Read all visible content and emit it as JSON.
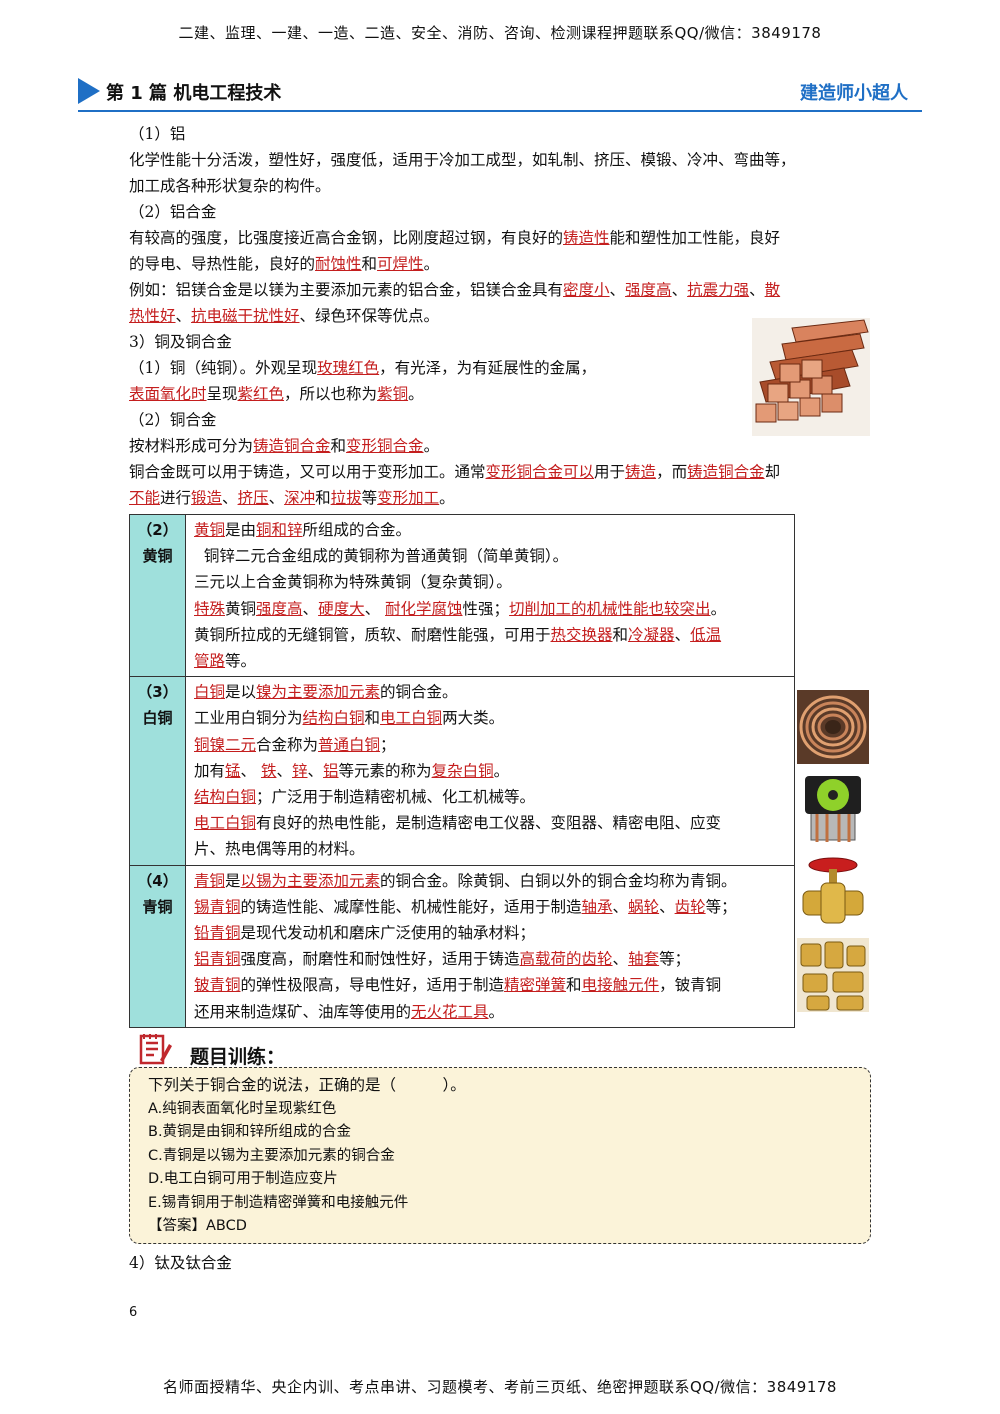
{
  "banner_top": "二建、监理、一建、一造、二造、安全、消防、咨询、检测课程押题联系QQ/微信：3849178",
  "header": {
    "title": "第 1 篇  机电工程技术",
    "brand": "建造师小超人"
  },
  "intro": {
    "al_head": "（1）铝",
    "al_line1": "化学性能十分活泼，塑性好，强度低，适用于冷加工成型，如轧制、挤压、模锻、冷冲、弯曲等，",
    "al_line2": "加工成各种形状复杂的构件。",
    "alloy_head": "（2）铝合金",
    "alloy_l1": [
      "有较高的强度，比强度接近高合金钢，比刚度超过钢，有良好的",
      "铸造性",
      "能和塑性加工性能，良好"
    ],
    "alloy_l2": [
      "的导电、导热性能，良好的",
      "耐蚀性",
      "和",
      "可焊性",
      "。"
    ],
    "mg_l1": [
      "例如：铝镁合金是以镁为主要添加元素的铝合金，铝镁合金具有",
      "密度小",
      "、",
      "强度高",
      "、",
      "抗震力强",
      "、",
      "散"
    ],
    "mg_l2": [
      "热性好",
      "、",
      "抗电磁干扰性好",
      "、绿色环保等优点。"
    ],
    "cu_head": "3）铜及铜合金",
    "cu_l1": [
      "（1）铜（纯铜）。外观呈现",
      "玫瑰红色",
      "，有光泽，为有延展性的金属，"
    ],
    "cu_l2": [
      "表面氧化时",
      "呈现",
      "紫红色",
      "，所以也称为",
      "紫铜",
      "。"
    ],
    "cualloy_head": "（2）铜合金",
    "cualloy_l1": [
      "按材料形成可分为",
      "铸造铜合金",
      "和",
      "变形铜合金",
      "。"
    ],
    "cualloy_l2": [
      "铜合金既可以用于铸造，又可以用于变形加工。通常",
      "变形铜合金可以",
      "用于",
      "铸造",
      "，而",
      "铸造铜合金",
      "却"
    ],
    "cualloy_l3": [
      "不能",
      "进行",
      "锻造",
      "、",
      "挤压",
      "、",
      "深冲",
      "和",
      "拉拔",
      "等",
      "变形加工",
      "。"
    ]
  },
  "table": {
    "brass": {
      "num": "（2）",
      "name": "黄铜",
      "l1": [
        "黄铜",
        "是由",
        "铜和锌",
        "所组成的合金。"
      ],
      "l2": "  铜锌二元合金组成的黄铜称为普通黄铜（简单黄铜）。",
      "l3": "三元以上合金黄铜称为特殊黄铜（复杂黄铜）。",
      "l4": [
        "特殊",
        "黄铜",
        "强度高",
        "、",
        "硬度大",
        "、 ",
        "耐化学腐蚀",
        "性强；",
        "切削加工的机械性能也较突出",
        "。"
      ],
      "l5": [
        "黄铜所拉成的无缝铜管，质软、耐磨性能强，可用于",
        "热交换器",
        "和",
        "冷凝器",
        "、",
        "低温"
      ],
      "l6": [
        "管路",
        "等。"
      ]
    },
    "white": {
      "num": "（3）",
      "name": "白铜",
      "l1": [
        "白铜",
        "是以",
        "镍为主要添加元素",
        "的铜合金。"
      ],
      "l2": [
        "工业用白铜分为",
        "结构白铜",
        "和",
        "电工白铜",
        "两大类。"
      ],
      "l3": [
        "铜镍二元",
        "合金称为",
        "普通白铜",
        "；"
      ],
      "l4": [
        "加有",
        "锰",
        "、 ",
        "铁",
        "、",
        "锌",
        "、",
        "铝",
        "等元素的称为",
        "复杂白铜",
        "。"
      ],
      "l5": [
        "结构白铜",
        "；广泛用于制造精密机械、化工机械等。"
      ],
      "l6": [
        "电工白铜",
        "有良好的热电性能，是制造精密电工仪器、变阻器、精密电阻、应变"
      ],
      "l7": "片、热电偶等用的材料。"
    },
    "bronze": {
      "num": "（4）",
      "name": "青铜",
      "l1": [
        "青铜",
        "是",
        "以锡为主要添加元素",
        "的铜合金。除黄铜、白铜以外的铜合金均称为青铜。"
      ],
      "l2": [
        "锡青铜",
        "的铸造性能、减摩性能、机械性能好，适用于制造",
        "轴承",
        "、",
        "蜗轮",
        "、",
        "齿轮",
        "等；"
      ],
      "l3": [
        "铅青铜",
        "是现代发动机和磨床广泛使用的轴承材料；"
      ],
      "l4": [
        "铝青铜",
        "强度高，耐磨性和耐蚀性好，适用于铸造",
        "高载荷的齿轮",
        "、",
        "轴套",
        "等；"
      ],
      "l5": [
        "铍青铜",
        "的弹性极限高，导电性好，适用于制造",
        "精密弹簧",
        "和",
        "电接触元件",
        "，铍青铜"
      ],
      "l6": [
        "还用来制造煤矿、油库等使用的",
        "无火花工具",
        "。"
      ]
    }
  },
  "training": {
    "title": "题目训练：",
    "question": "下列关于铜合金的说法，正确的是（　　　）。",
    "options": [
      "A.纯铜表面氧化时呈现紫红色",
      "B.黄铜是由铜和锌所组成的合金",
      "C.青铜是以锡为主要添加元素的铜合金",
      "D.电工白铜可用于制造应变片",
      "E.锡青铜用于制造精密弹簧和电接触元件"
    ],
    "answer": "【答案】ABCD"
  },
  "next_section": "4）钛及钛合金",
  "page_number": "6",
  "banner_bottom": "名师面授精华、央企内训、考点串讲、习题模考、考前三页纸、绝密押题联系QQ/微信：3849178"
}
